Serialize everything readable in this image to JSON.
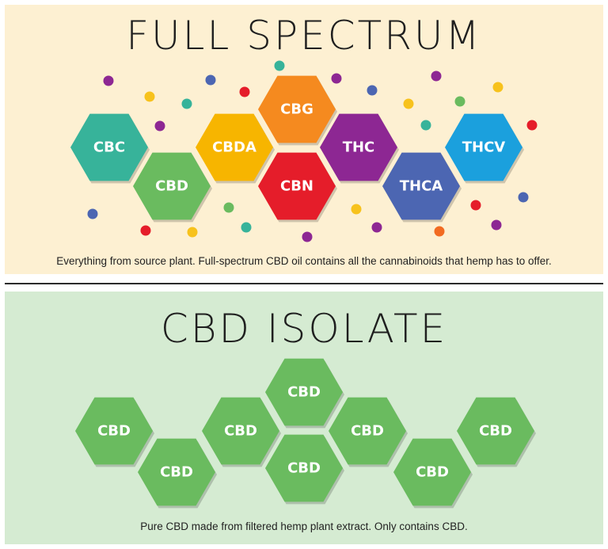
{
  "full_spectrum": {
    "title": "FULL SPECTRUM",
    "caption": "Everything from source plant. Full-spectrum CBD oil contains all the cannabinoids that hemp has to offer.",
    "hexagons": [
      {
        "label": "CBC",
        "color": "#37b39a"
      },
      {
        "label": "CBD",
        "color": "#6abb5f"
      },
      {
        "label": "CBDA",
        "color": "#f7b500"
      },
      {
        "label": "CBG",
        "color": "#f58a1f"
      },
      {
        "label": "CBN",
        "color": "#e51d2a"
      },
      {
        "label": "THC",
        "color": "#8d2793"
      },
      {
        "label": "THCA",
        "color": "#4c66b2"
      },
      {
        "label": "THCV",
        "color": "#1ba0dd"
      }
    ],
    "dot_colors": {
      "purple": "#8d2793",
      "yellow": "#f7c21c",
      "teal": "#37b39a",
      "blue": "#4c66b2",
      "red": "#e51d2a",
      "orange": "#f26b21",
      "green": "#6abb5f"
    }
  },
  "isolate": {
    "title": "CBD ISOLATE",
    "caption": "Pure CBD made from filtered hemp plant extract. Only contains CBD.",
    "hexagons": [
      {
        "label": "CBD",
        "color": "#6abb5f"
      },
      {
        "label": "CBD",
        "color": "#6abb5f"
      },
      {
        "label": "CBD",
        "color": "#6abb5f"
      },
      {
        "label": "CBD",
        "color": "#6abb5f"
      },
      {
        "label": "CBD",
        "color": "#6abb5f"
      },
      {
        "label": "CBD",
        "color": "#6abb5f"
      },
      {
        "label": "CBD",
        "color": "#6abb5f"
      },
      {
        "label": "CBD",
        "color": "#6abb5f"
      }
    ]
  }
}
